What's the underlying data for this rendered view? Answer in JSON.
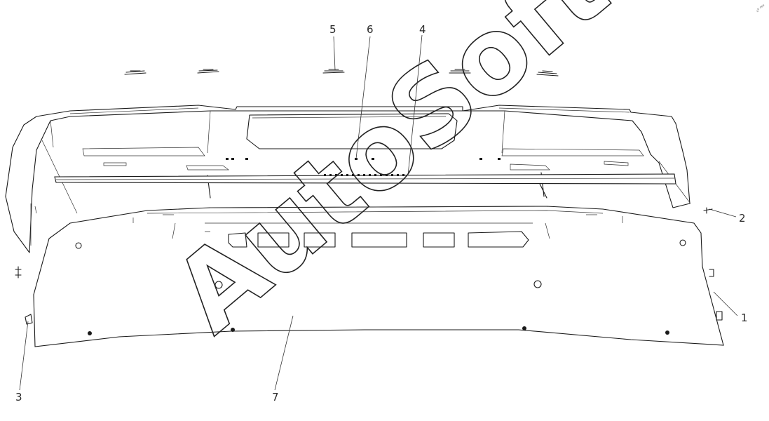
{
  "diagram": {
    "callouts": [
      {
        "id": "1",
        "label": "1"
      },
      {
        "id": "2",
        "label": "2"
      },
      {
        "id": "3",
        "label": "3"
      },
      {
        "id": "4",
        "label": "4"
      },
      {
        "id": "5",
        "label": "5"
      },
      {
        "id": "6",
        "label": "6"
      },
      {
        "id": "7",
        "label": "7"
      }
    ],
    "watermark": "AutoSoft",
    "corner_mark": "₀⁰ ⁰⁰⁰"
  }
}
